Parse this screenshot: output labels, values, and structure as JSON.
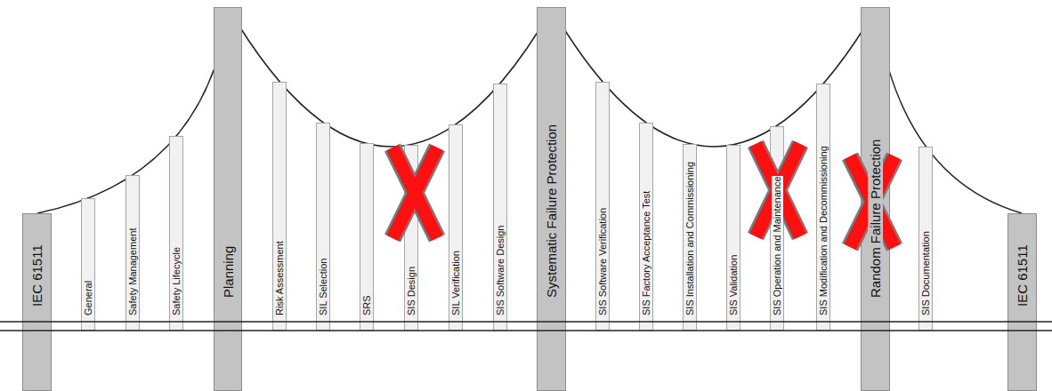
{
  "diagram": {
    "nodes": [
      {
        "text": [
          "IEC 61511"
        ]
      },
      {
        "text": [
          "General"
        ]
      },
      {
        "text": [
          "Safety Management"
        ]
      },
      {
        "text": [
          "Safety Lifecycle"
        ]
      },
      {
        "text": [
          "Planning"
        ]
      },
      {
        "text": [
          "Risk Assessment"
        ]
      },
      {
        "text": [
          "SIL Selection"
        ]
      },
      {
        "text": [
          "SRS"
        ]
      },
      {
        "text": [
          "SIS Design"
        ]
      },
      {
        "text": [
          "SIL Verification"
        ]
      },
      {
        "text": [
          "SIS Software Design"
        ]
      },
      {
        "text": [
          "Systematic Failure Protection"
        ]
      },
      {
        "text": [
          "SIS Software Verification"
        ]
      },
      {
        "text": [
          "SIS Factory Acceptance Test"
        ]
      },
      {
        "text": [
          "SIS Installation and Commissioning"
        ]
      },
      {
        "text": [
          "SIS Validation"
        ]
      },
      {
        "text": [
          "SIS Operation and Maintenance"
        ]
      },
      {
        "text": [
          "SIS Modification and Decommissioning"
        ]
      },
      {
        "text": [
          "Random Failure Protection"
        ]
      },
      {
        "text": [
          "SIS Documentation"
        ]
      },
      {
        "text": [
          "IEC 61511"
        ]
      }
    ]
  }
}
